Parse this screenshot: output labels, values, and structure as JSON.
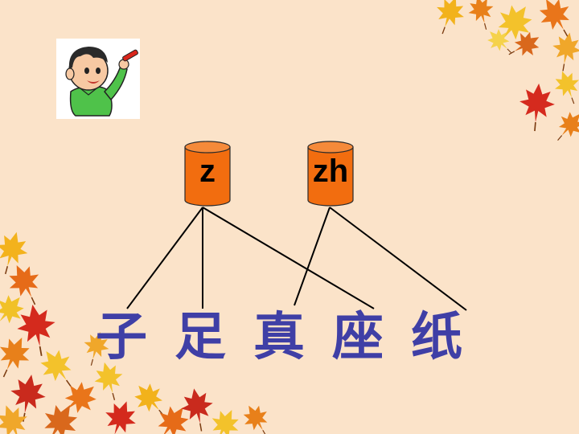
{
  "cylinders": [
    {
      "label": "z"
    },
    {
      "label": "zh"
    }
  ],
  "characters": [
    "子",
    "足",
    "真",
    "座",
    "纸"
  ],
  "colors": {
    "background": "#fbe3c9",
    "cylinder_fill": "#f26d0f",
    "cylinder_outline": "#2a2a2a",
    "character_text": "#3f3fa6",
    "connector_line": "#000000"
  },
  "decor": {
    "illustration": "boy-drawing-icon",
    "leaves": "maple-leaves-decoration"
  }
}
